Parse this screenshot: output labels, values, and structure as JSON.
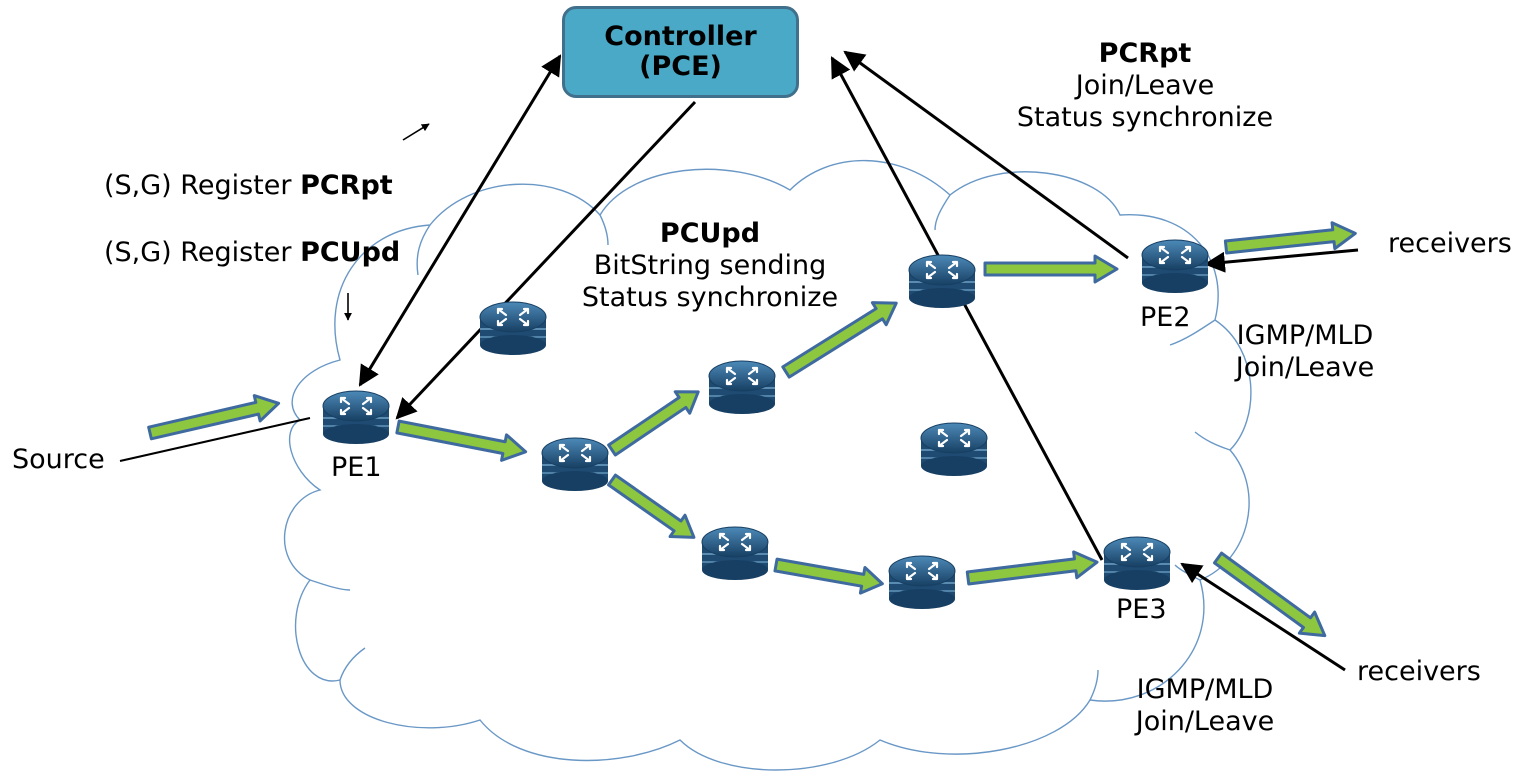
{
  "controller": {
    "line1": "Controller",
    "line2": "(PCE)"
  },
  "labels": {
    "pcrpt_left": "PCRpt",
    "pcupd_left": "PCUpd",
    "register1": "(S,G) Register",
    "register2": "(S,G) Register",
    "pcupd_center_title": "PCUpd",
    "pcupd_center_l1": "BitString sending",
    "pcupd_center_l2": "Status synchronize",
    "pcrpt_right_title": "PCRpt",
    "pcrpt_right_l1": "Join/Leave",
    "pcrpt_right_l2": "Status synchronize",
    "igmp_pe2_l1": "IGMP/MLD",
    "igmp_pe2_l2": "Join/Leave",
    "igmp_pe3_l1": "IGMP/MLD",
    "igmp_pe3_l2": "Join/Leave",
    "source": "Source",
    "receivers_top": "receivers",
    "receivers_bottom": "receivers"
  },
  "nodes": {
    "pe1": "PE1",
    "pe2": "PE2",
    "pe3": "PE3"
  },
  "colors": {
    "controller_fill": "#4aa9c6",
    "controller_border": "#41708c",
    "flow_arrow_fill": "#8dc63f",
    "flow_arrow_border": "#3f6aa0",
    "cloud_stroke": "#6a98c6",
    "router_body": "#2c5f8a"
  },
  "icons": [
    "router-icon",
    "cloud-outline",
    "flow-arrow",
    "signal-arrow"
  ]
}
